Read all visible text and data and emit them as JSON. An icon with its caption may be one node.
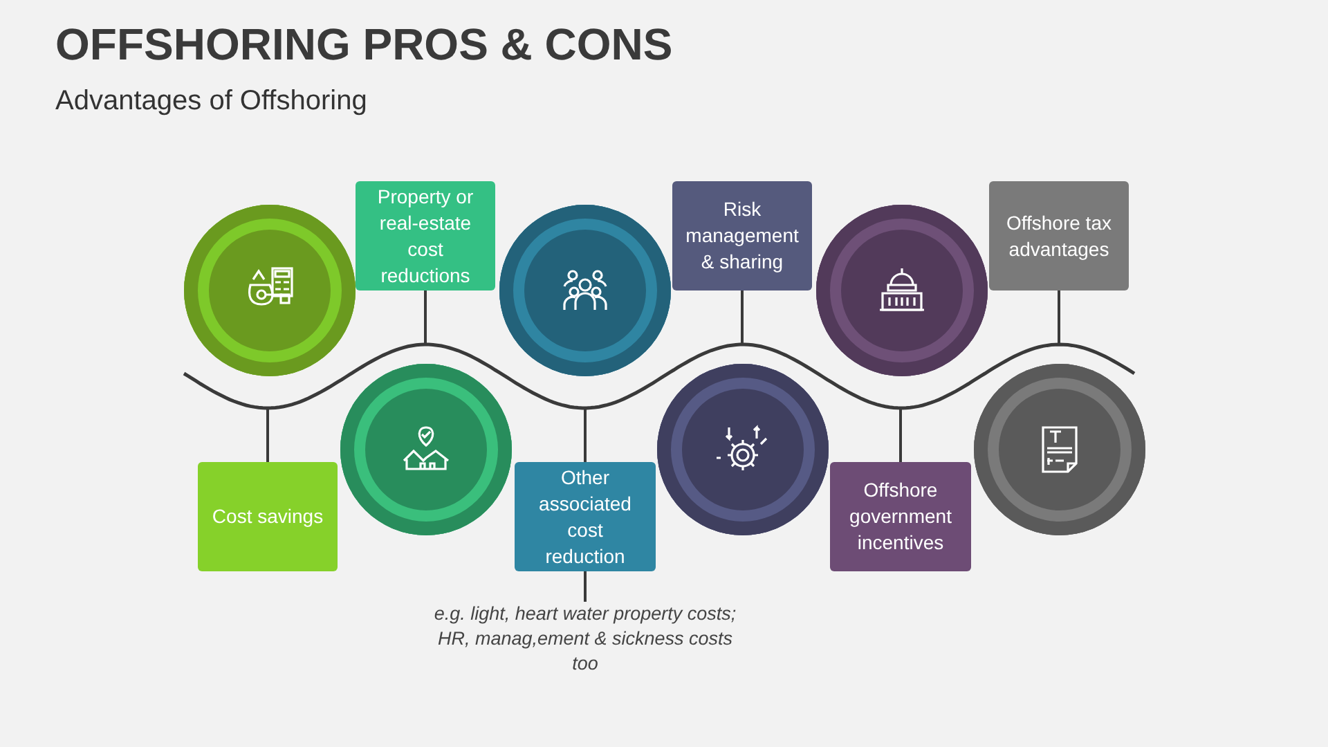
{
  "diagram": {
    "title": "OFFSHORING PROS & CONS",
    "nodes": [
      {
        "text": [],
        "shape": "circle"
      },
      {
        "text": [
          "Property or real-estate cost reductions"
        ]
      },
      {
        "text": [
          "Cost savings"
        ]
      },
      {
        "text": [],
        "shape": "circle"
      },
      {
        "text": [],
        "shape": "circle"
      },
      {
        "text": [
          "Other associated cost reduction"
        ]
      },
      {
        "text": [
          "e.g. light, heart water property costs; HR, manag,ement & sickness costs too"
        ]
      },
      {
        "text": [
          "Risk management & sharing"
        ]
      },
      {
        "text": [],
        "shape": "circle"
      },
      {
        "text": [],
        "shape": "circle"
      },
      {
        "text": [
          "Offshore government incentives"
        ]
      },
      {
        "text": [
          "Offshore tax advantages"
        ]
      },
      {
        "text": [],
        "shape": "circle"
      },
      {
        "text": [],
        "shape": "wave"
      }
    ],
    "edges": [
      {
        "from": 1,
        "to": 13,
        "arrow": "none"
      },
      {
        "from": 2,
        "to": 13,
        "arrow": "none"
      },
      {
        "from": 5,
        "to": 13,
        "arrow": "none"
      },
      {
        "from": 5,
        "to": 6,
        "arrow": "none"
      },
      {
        "from": 7,
        "to": 13,
        "arrow": "none"
      },
      {
        "from": 10,
        "to": 13,
        "arrow": "none"
      },
      {
        "from": 11,
        "to": 13,
        "arrow": "none"
      }
    ],
    "labels": [
      "Advantages of Offshoring"
    ]
  }
}
